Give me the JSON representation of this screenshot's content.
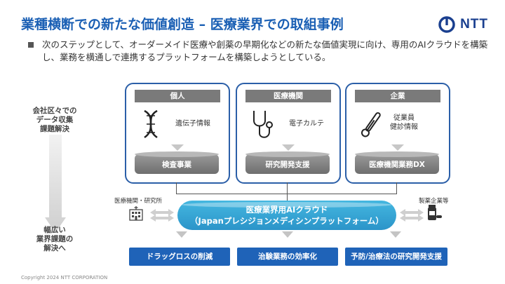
{
  "header": {
    "title": "業種横断での新たな価値創造 – 医療業界での取組事例",
    "logo_text": "NTT"
  },
  "intro": {
    "text": "次のステップとして、オーダーメイド医療や創薬の早期化などの新たな価値実現に向け、専用のAIクラウドを構築し、業務を横通しで連携するプラットフォームを構築しようとしている。"
  },
  "side": {
    "top_label": "会社区々での\nデータ収集\n課題解決",
    "bottom_label": "幅広い\n業界課題の\n解決へ"
  },
  "cards": [
    {
      "tag": "個人",
      "icon": "dna-icon",
      "label": "遺伝子情報",
      "base": "検査事業"
    },
    {
      "tag": "医療機関",
      "icon": "stethoscope-icon",
      "label": "電子カルテ",
      "base": "研究開発支援"
    },
    {
      "tag": "企業",
      "icon": "thermometer-icon",
      "label": "従業員\n健診情報",
      "base": "医療機関業務DX"
    }
  ],
  "left_entity": {
    "label": "医療機関・研究所",
    "icon": "hospital-icon"
  },
  "right_entity": {
    "label": "製薬企業等",
    "icon": "medicine-icon"
  },
  "platform": {
    "line1": "医療業界用AIクラウド",
    "line2": "（Japanプレシジョンメディシンプラットフォーム）"
  },
  "outcomes": [
    "ドラッグロスの削減",
    "治験業務の効率化",
    "予防/治療法の研究開発支援"
  ],
  "footer": {
    "copyright": "Copyright 2024 NTT CORPORATION"
  },
  "colors": {
    "title_blue": "#1a5fb4",
    "card_border": "#2b5fa8",
    "platform": "#2b94c9",
    "outcome": "#1f63b8"
  }
}
